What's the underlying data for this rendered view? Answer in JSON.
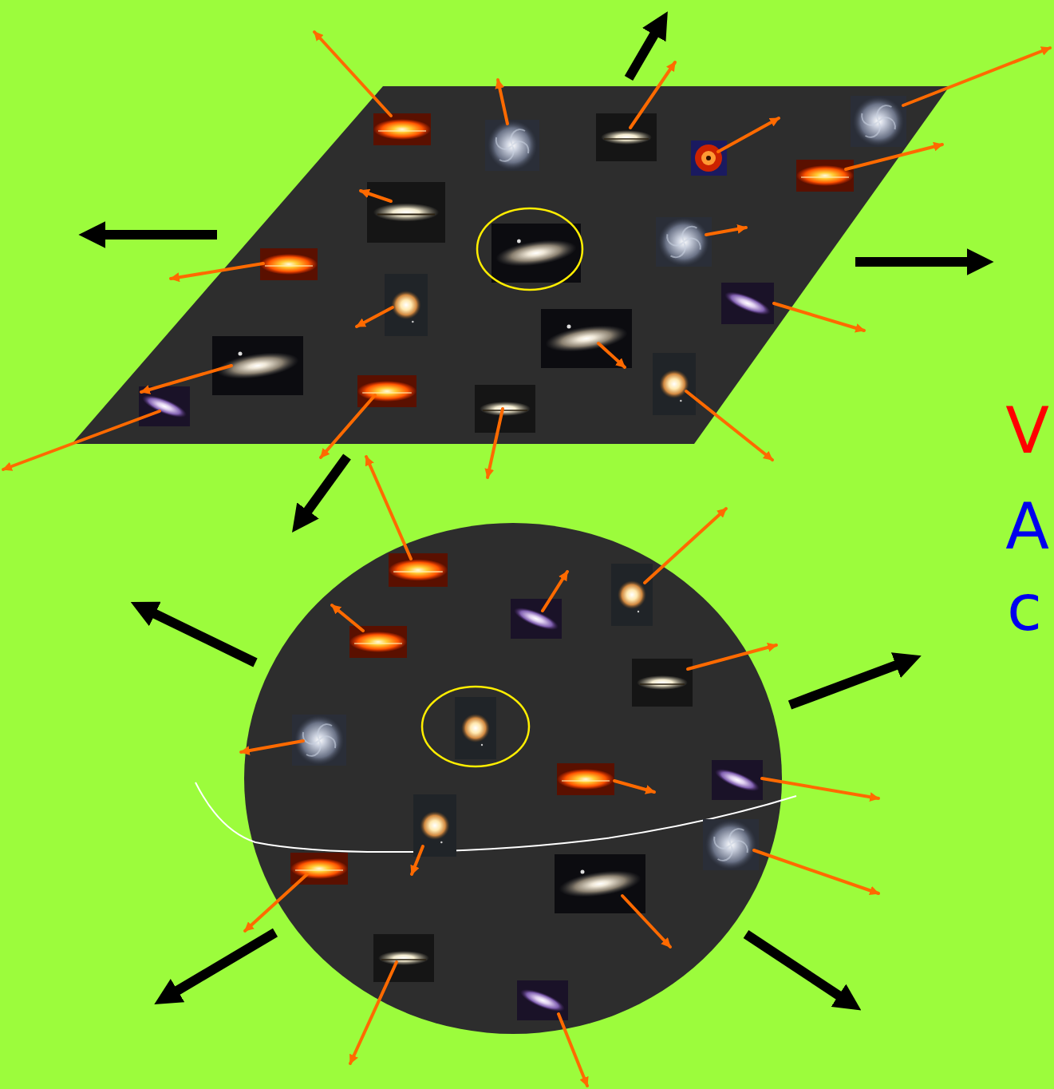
{
  "diagram": {
    "labels": [
      "V",
      "A",
      "c"
    ]
  }
}
